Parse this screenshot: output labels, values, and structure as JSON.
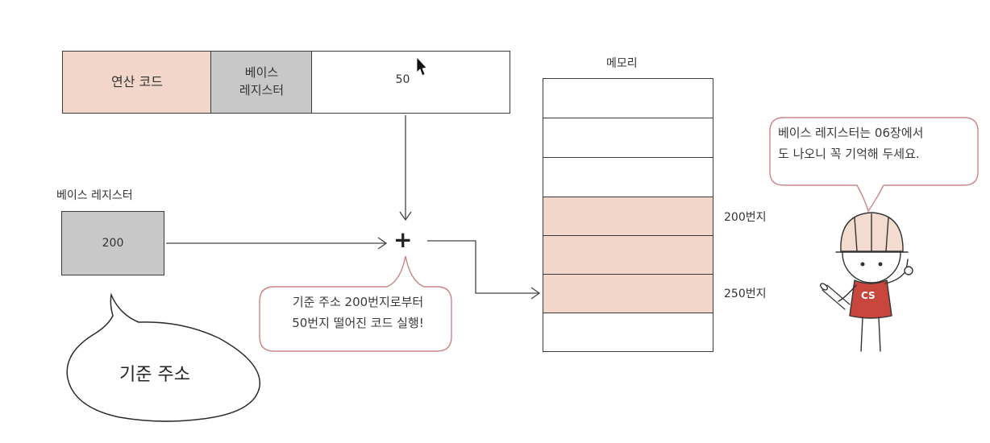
{
  "instruction": {
    "opcode_label": "연산 코드",
    "base_register_label_line1": "베이스",
    "base_register_label_line2": "레지스터",
    "operand_value": "50"
  },
  "base_register": {
    "title": "베이스 레지스터",
    "value": "200"
  },
  "operator": "+",
  "memory": {
    "title": "메모리",
    "labels": [
      "200번지",
      "250번지"
    ]
  },
  "callouts": {
    "computation_line1": "기준 주소 200번지로부터",
    "computation_line2": "50번지 떨어진 코드 실행!",
    "base_address": "기준 주소",
    "tip_line1": "베이스 레지스터는 06장에서",
    "tip_line2": "도 나오니 꼭 기억해 두세요."
  },
  "mascot": {
    "shirt_text": "CS"
  },
  "colors": {
    "peach": "#f2d6c9",
    "gray": "#c8c8c8",
    "accent_red": "#c9463d",
    "helmet": "#f3dccf",
    "bubble_border": "#c98585"
  }
}
